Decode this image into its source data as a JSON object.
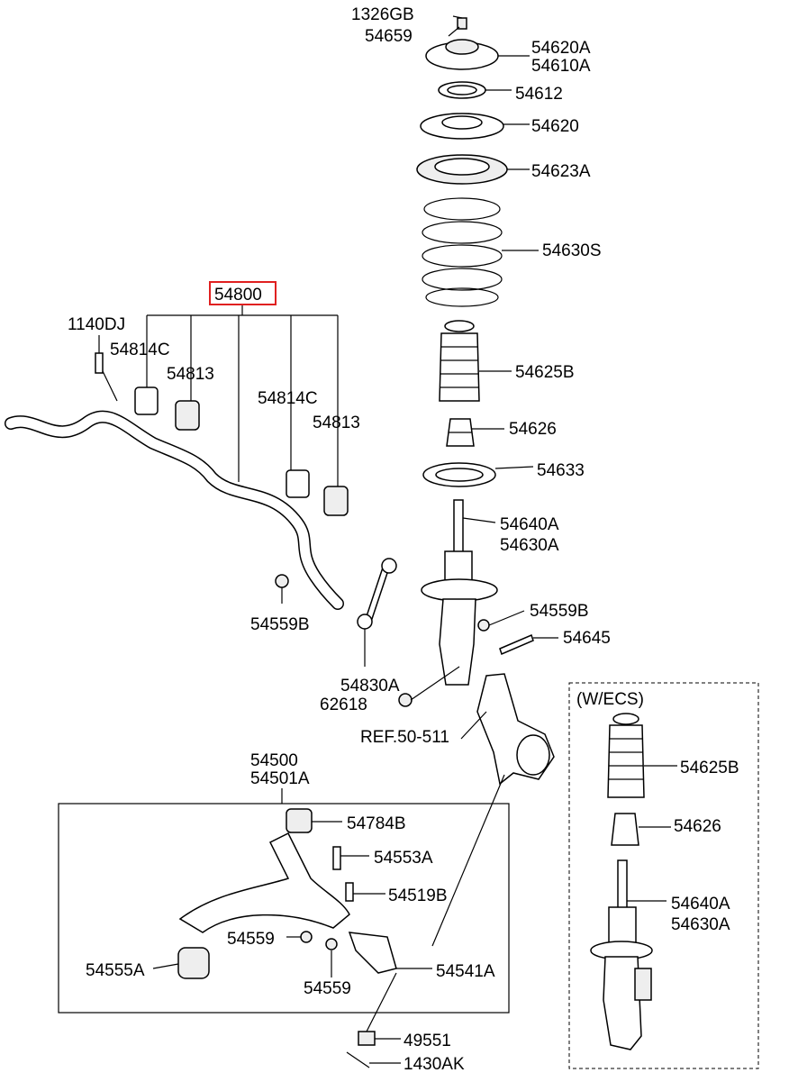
{
  "highlight_color": "#e02020",
  "highlighted_part": "54800",
  "labels": {
    "p1326GB": "1326GB",
    "p54659": "54659",
    "p54620A": "54620A",
    "p54610A": "54610A",
    "p54612": "54612",
    "p54620": "54620",
    "p54623A": "54623A",
    "p54630S": "54630S",
    "p54800": "54800",
    "p1140DJ": "1140DJ",
    "p54814C_a": "54814C",
    "p54813_a": "54813",
    "p54814C_b": "54814C",
    "p54813_b": "54813",
    "p54625B": "54625B",
    "p54626": "54626",
    "p54633": "54633",
    "p54640A": "54640A",
    "p54630A": "54630A",
    "p54559B_r": "54559B",
    "p54645": "54645",
    "p54559B_l": "54559B",
    "p54830A": "54830A",
    "p62618": "62618",
    "ref": "REF.50-511",
    "p54500": "54500",
    "p54501A": "54501A",
    "p54784B": "54784B",
    "p54553A": "54553A",
    "p54519B": "54519B",
    "p54559_a": "54559",
    "p54555A": "54555A",
    "p54541A": "54541A",
    "p54559_b": "54559",
    "p49551": "49551",
    "p1430AK": "1430AK"
  },
  "ecs_box": {
    "title": "(W/ECS)",
    "p54625B": "54625B",
    "p54626": "54626",
    "p54640A": "54640A",
    "p54630A": "54630A"
  }
}
